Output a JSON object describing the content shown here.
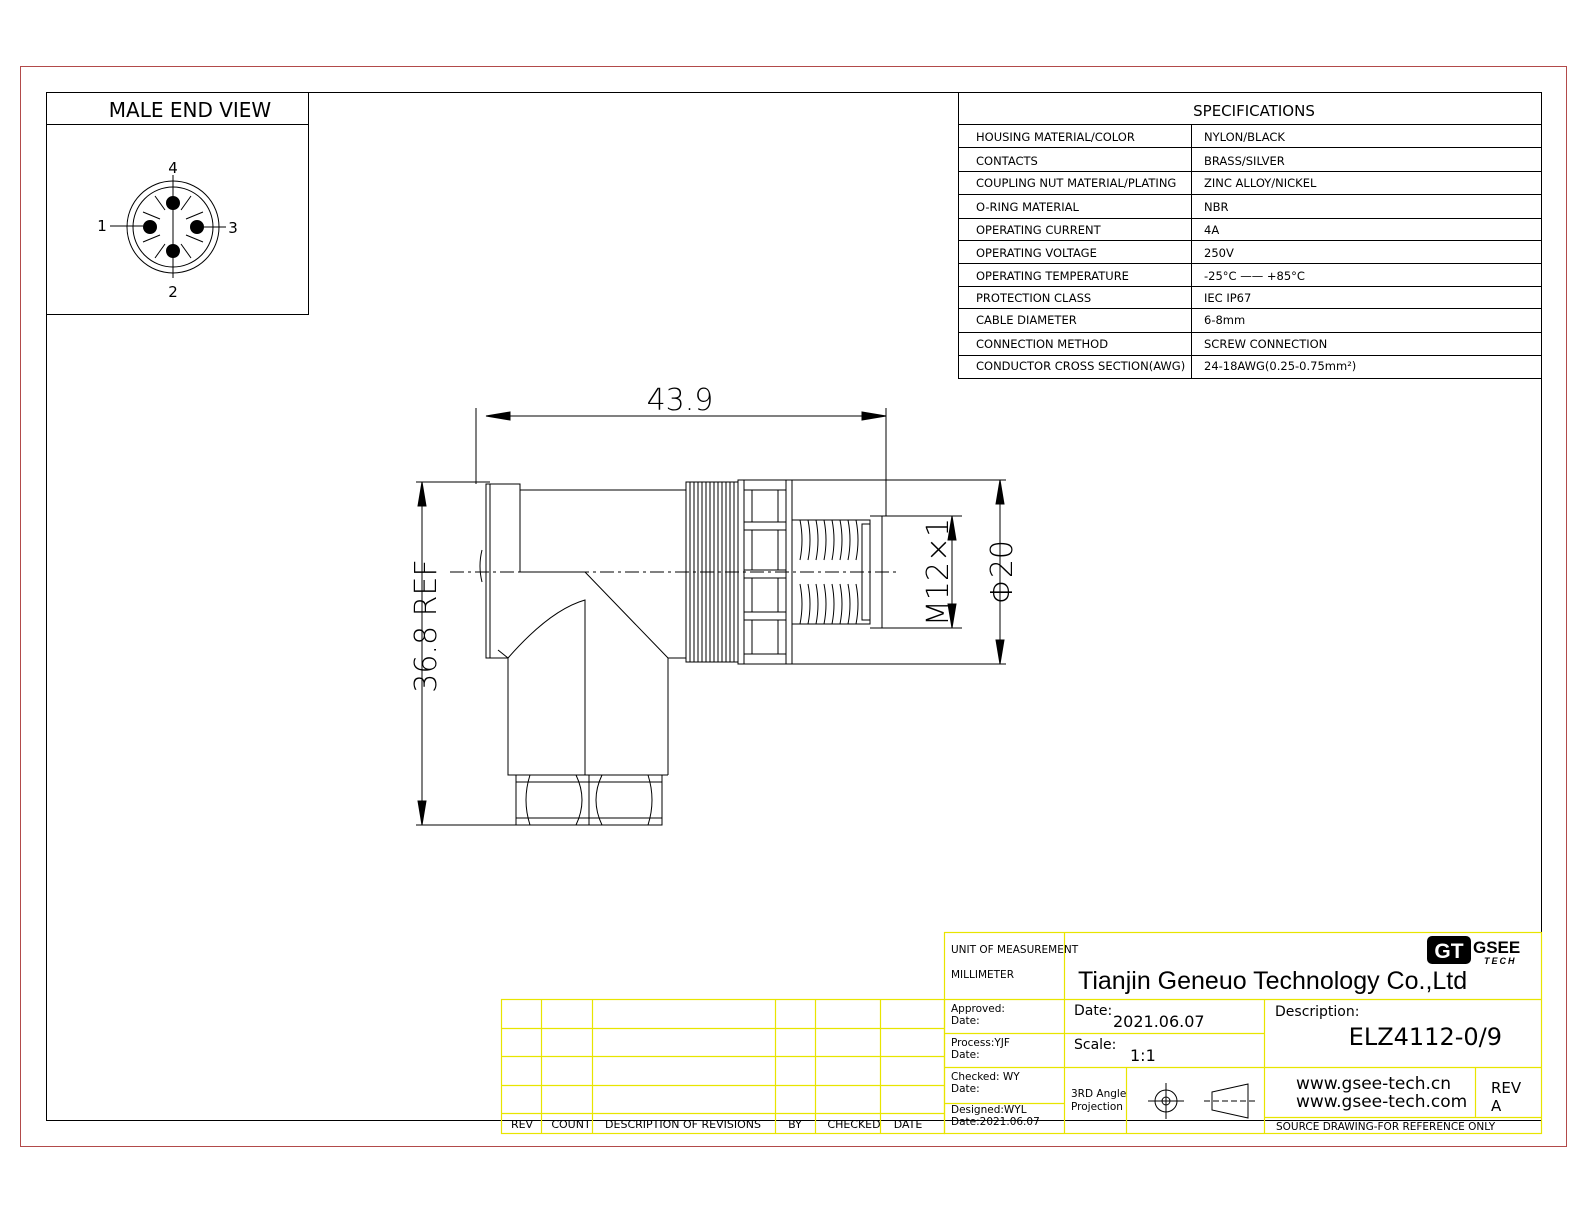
{
  "end_view": {
    "title": "MALE END VIEW",
    "pins": [
      "1",
      "2",
      "3",
      "4"
    ]
  },
  "specifications": {
    "title": "SPECIFICATIONS",
    "rows": [
      {
        "label": "HOUSING MATERIAL/COLOR",
        "value": "NYLON/BLACK"
      },
      {
        "label": "CONTACTS",
        "value": "BRASS/SILVER"
      },
      {
        "label": "COUPLING NUT MATERIAL/PLATING",
        "value": "ZINC ALLOY/NICKEL"
      },
      {
        "label": "O-RING MATERIAL",
        "value": "NBR"
      },
      {
        "label": "OPERATING CURRENT",
        "value": "4A"
      },
      {
        "label": "OPERATING VOLTAGE",
        "value": "250V"
      },
      {
        "label": "OPERATING TEMPERATURE",
        "value": "-25°C —— +85°C"
      },
      {
        "label": "PROTECTION CLASS",
        "value": "IEC  IP67"
      },
      {
        "label": "CABLE  DIAMETER",
        "value": "6-8mm"
      },
      {
        "label": "CONNECTION  METHOD",
        "value": "SCREW  CONNECTION"
      },
      {
        "label": "CONDUCTOR  CROSS  SECTION(AWG)",
        "value": "24-18AWG(0.25-0.75mm²)"
      }
    ]
  },
  "dimensions": {
    "length": "43.9",
    "height": "36.8 REF",
    "thread": "M12×1",
    "diameter": "Φ20"
  },
  "revision_table": {
    "headers": [
      "REV",
      "COUNT",
      "DESCRIPTION  OF  REVISIONS",
      "BY",
      "CHECKED",
      "DATE"
    ]
  },
  "title_block": {
    "unit_label": "UNIT OF MEASUREMENT",
    "unit_value": "MILLIMETER",
    "company": "Tianjin Geneuo Technology Co.,Ltd",
    "logo_mark": "GT",
    "logo_text": "GSEE",
    "logo_sub": "TECH",
    "approved_label": "Approved:",
    "approved_date_label": "Date:",
    "process_label": "Process:YJF",
    "process_date_label": "Date:",
    "checked_label": "Checked: WY",
    "checked_date_label": "Date:",
    "designed_label": "Designed:WYL",
    "designed_date_label": "Date:2021.06.07",
    "date_label": "Date:",
    "date_value": "2021.06.07",
    "scale_label": "Scale:",
    "scale_value": "1:1",
    "projection_line1": "3RD Angle",
    "projection_line2": "Projection",
    "description_label": "Description:",
    "part_number": "ELZ4112-0/9",
    "website1": "www.gsee-tech.cn",
    "website2": "www.gsee-tech.com",
    "rev_label": "REV",
    "rev_value": "A",
    "footer_note": "SOURCE DRAWING-FOR REFERENCE ONLY"
  }
}
